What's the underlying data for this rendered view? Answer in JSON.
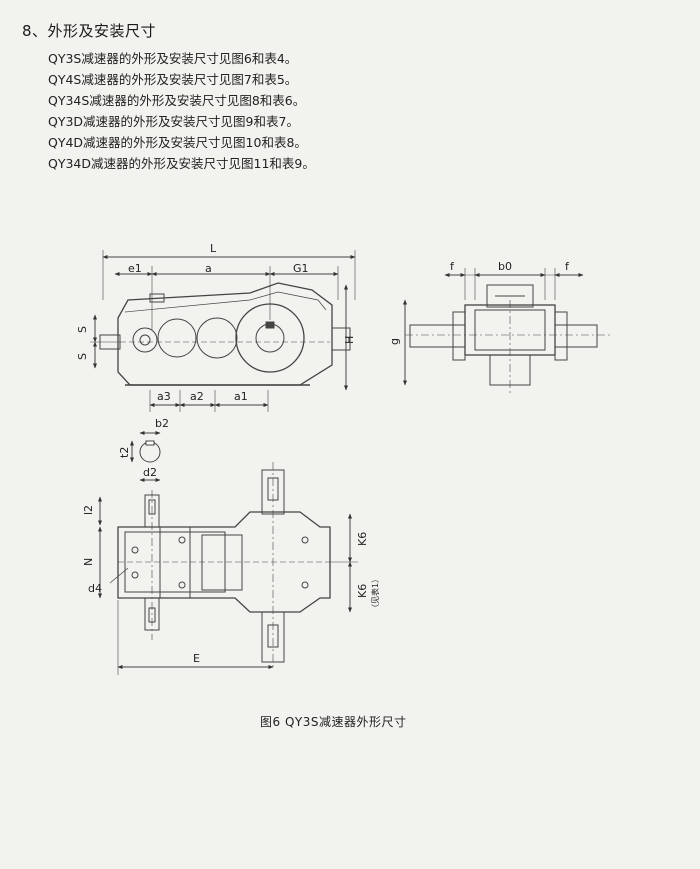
{
  "heading": "8、外形及安装尺寸",
  "description_lines": [
    "QY3S减速器的外形及安装尺寸见图6和表4。",
    "QY4S减速器的外形及安装尺寸见图7和表5。",
    "QY34S减速器的外形及安装尺寸见图8和表6。",
    "QY3D减速器的外形及安装尺寸见图9和表7。",
    "QY4D减速器的外形及安装尺寸见图10和表8。",
    "QY34D减速器的外形及安装尺寸见图11和表9。"
  ],
  "front_view": {
    "dims_top": {
      "L": "L",
      "e1": "e1",
      "a": "a",
      "G1": "G1"
    },
    "dims_left": [
      "S",
      "S"
    ],
    "dim_right": "H",
    "dims_bottom": [
      "a3",
      "a2",
      "a1"
    ]
  },
  "side_view": {
    "dims_top": [
      "f",
      "b0",
      "f"
    ],
    "dim_left": "g"
  },
  "shaft_detail": {
    "b2": "b2",
    "t2": "t2",
    "d2": "d2"
  },
  "plan_view": {
    "dim_l2": "l2",
    "dim_N": "N",
    "dim_d4": "d4",
    "dim_E": "E",
    "dim_K_upper": "K6",
    "dim_K_lower": "K6",
    "note": "（见表1）"
  },
  "caption": "图6  QY3S减速器外形尺寸"
}
